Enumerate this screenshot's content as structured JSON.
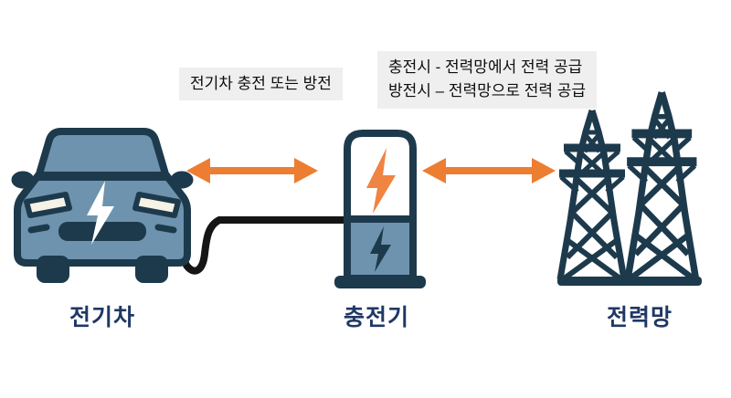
{
  "diagram": {
    "notes": {
      "left": "전기차 충전 또는 방전",
      "right_line1": "충전시 - 전력망에서 전력 공급",
      "right_line2": "방전시 – 전력망으로 전력 공급"
    },
    "labels": {
      "car": "전기차",
      "charger": "충전기",
      "grid": "전력망"
    },
    "colors": {
      "outline_navy": "#1d3a4d",
      "body_blue": "#6e93ae",
      "accent_orange": "#ed7d31",
      "label_navy": "#1f3864",
      "note_bg": "#efefef",
      "headlight_cream": "#f7f2e6",
      "cable_black": "#151515",
      "canvas_bg": "#ffffff"
    }
  }
}
